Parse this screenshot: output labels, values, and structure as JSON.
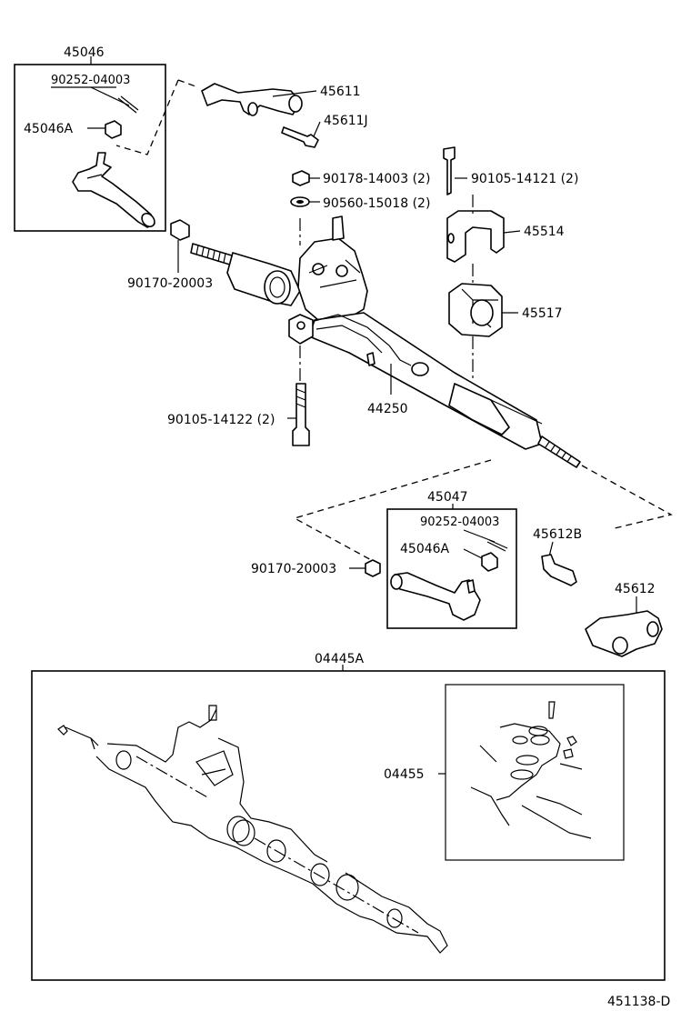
{
  "figure_code": "451138-D",
  "assemblies": {
    "tie_rod_left": "45046",
    "tie_rod_right": "45047",
    "gear_assembly": "04445A",
    "gasket_kit": "04455"
  },
  "callouts": [
    {
      "id": "cotter-pin-left",
      "text": "90252-04003"
    },
    {
      "id": "castle-nut-left",
      "text": "45046A"
    },
    {
      "id": "knuckle-arm-left",
      "text": "45611"
    },
    {
      "id": "knuckle-bolt-left",
      "text": "45611J"
    },
    {
      "id": "nut-upper",
      "text": "90178-14003 (2)"
    },
    {
      "id": "washer-upper",
      "text": "90560-15018 (2)"
    },
    {
      "id": "bolt-upper",
      "text": "90105-14121 (2)"
    },
    {
      "id": "bracket",
      "text": "45514"
    },
    {
      "id": "grommet",
      "text": "45517"
    },
    {
      "id": "locknut-left",
      "text": "90170-20003"
    },
    {
      "id": "gear-housing",
      "text": "44250"
    },
    {
      "id": "bolt-lower",
      "text": "90105-14122 (2)"
    },
    {
      "id": "cotter-pin-right",
      "text": "90252-04003"
    },
    {
      "id": "castle-nut-right",
      "text": "45046A"
    },
    {
      "id": "locknut-right",
      "text": "90170-20003"
    },
    {
      "id": "knuckle-bolt-right",
      "text": "45612B"
    },
    {
      "id": "knuckle-arm-right",
      "text": "45612"
    }
  ]
}
